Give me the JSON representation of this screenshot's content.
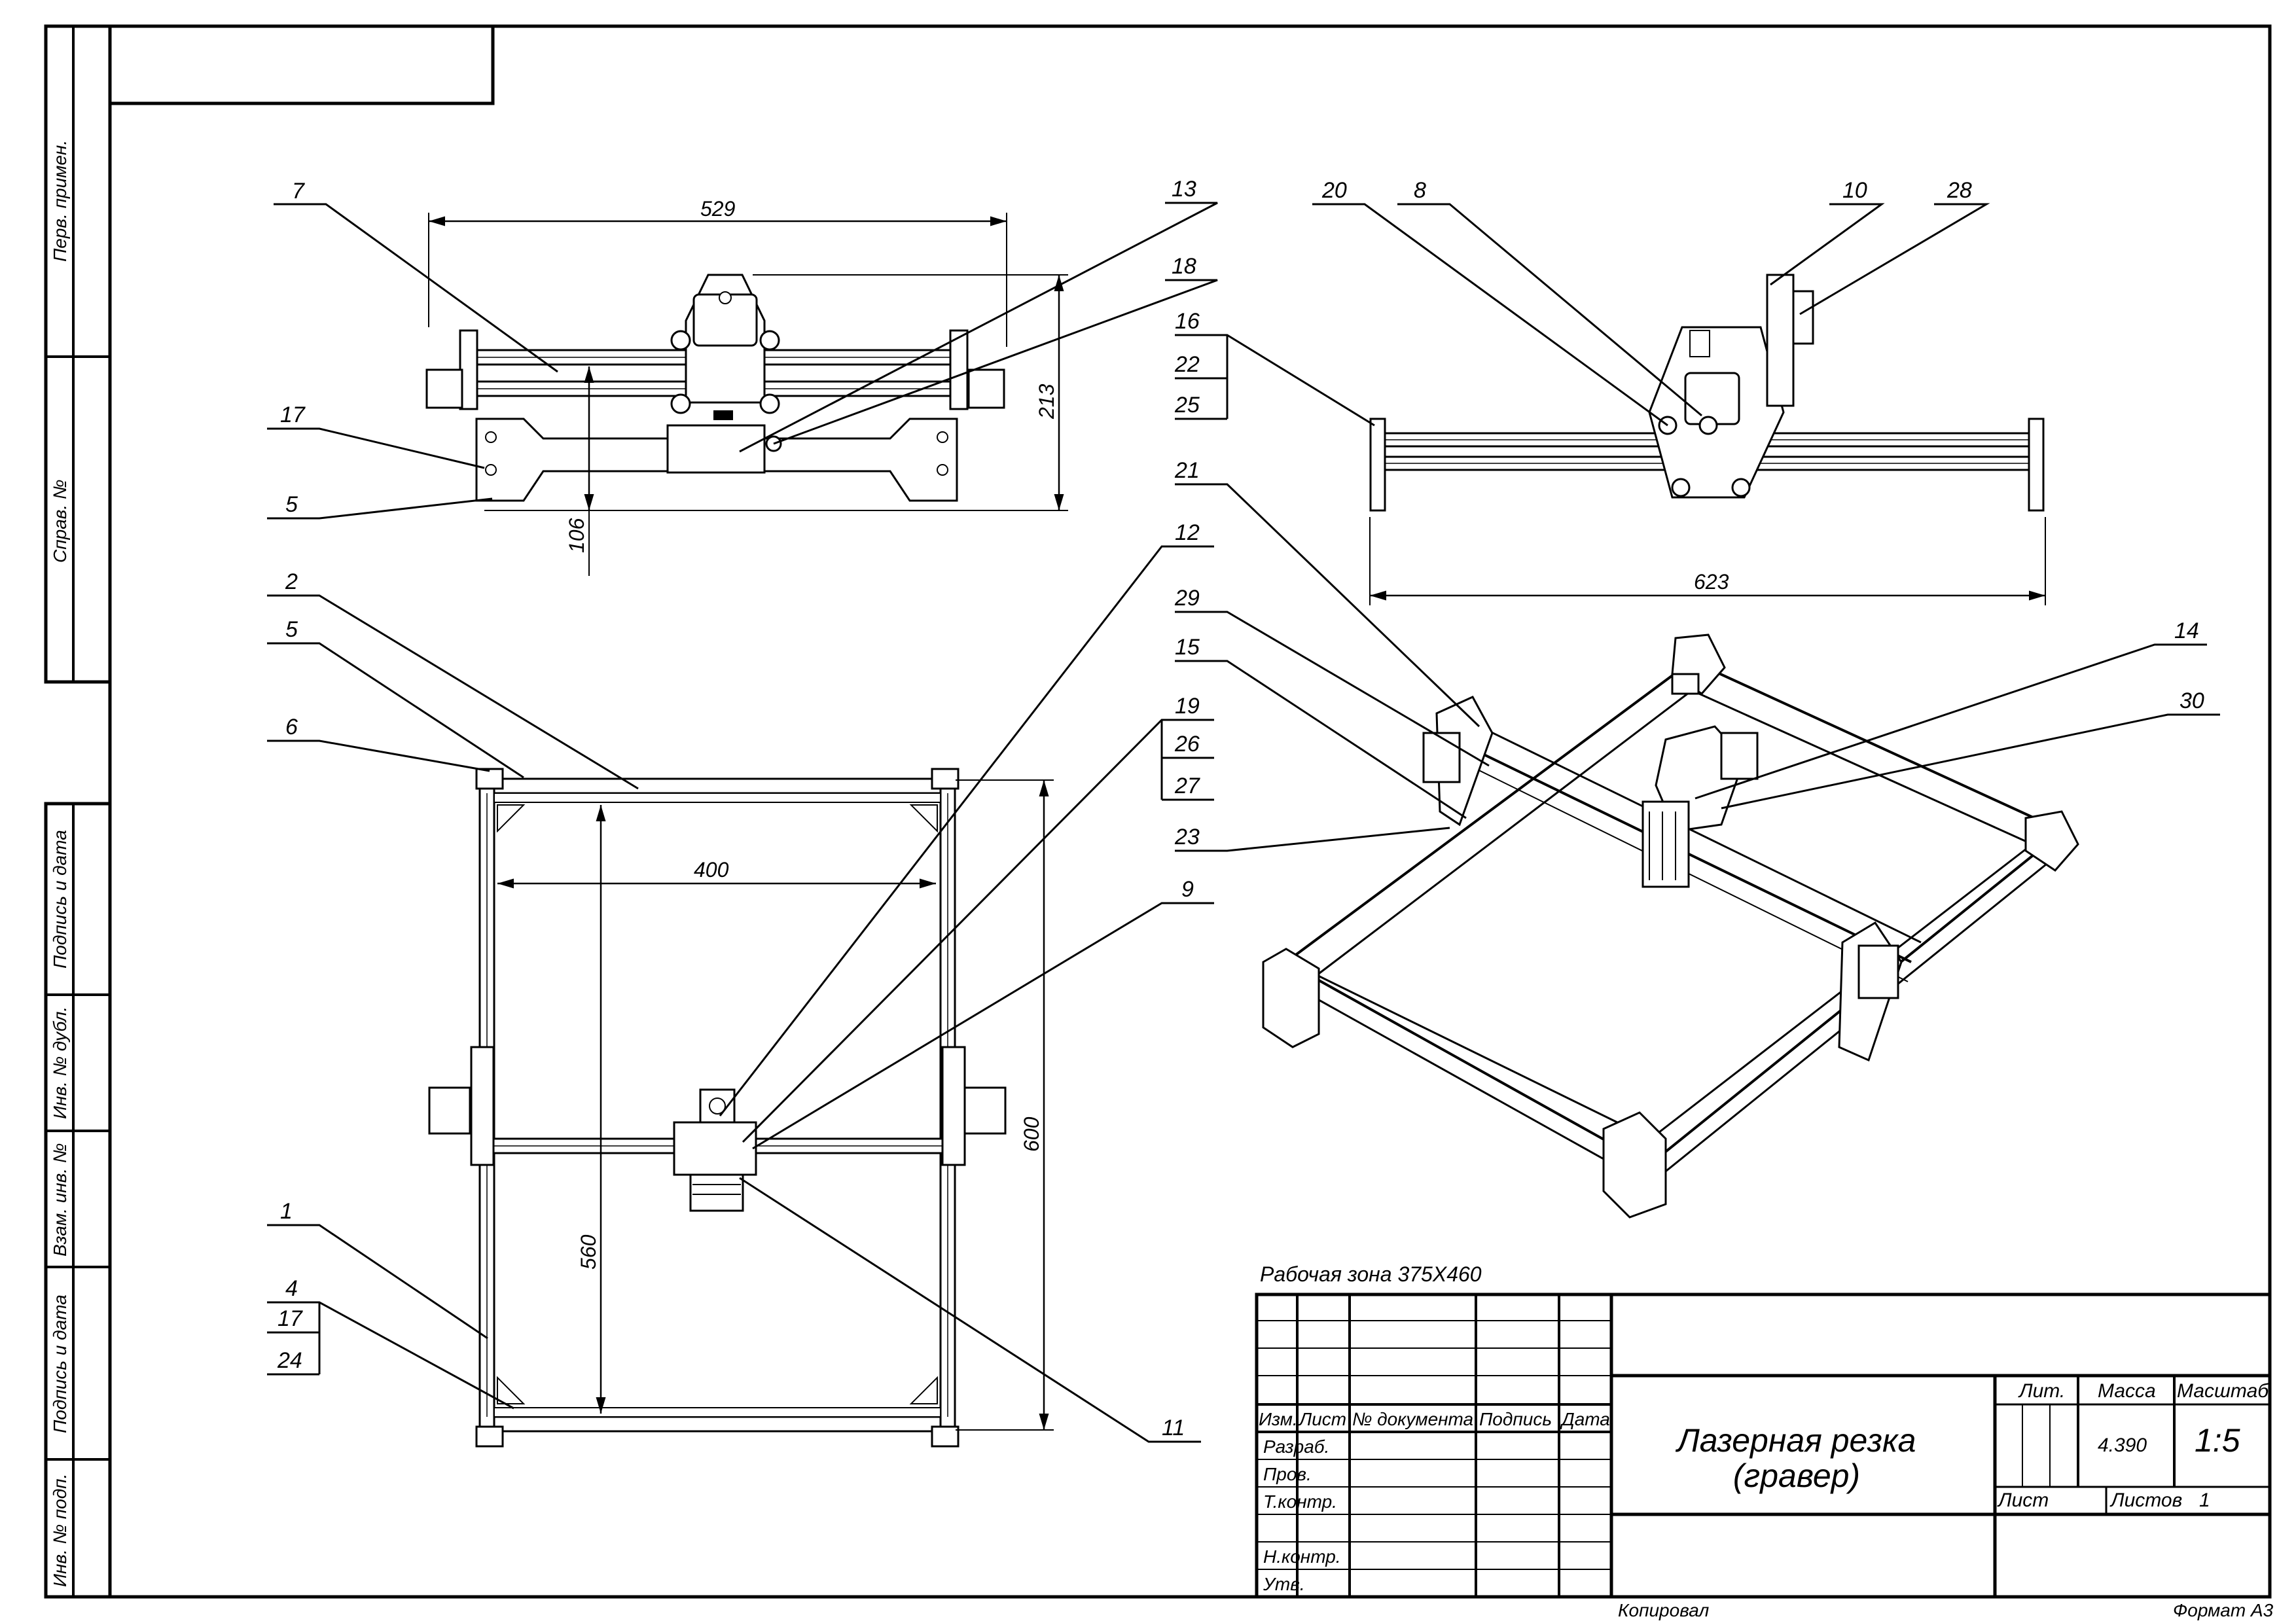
{
  "side_stamps": [
    "Перв. примен.",
    "Справ. №",
    "Подпись и дата",
    "Инв. № дубл.",
    "Взам. инв. №",
    "Подпись и дата",
    "Инв. № подп."
  ],
  "dimensions": {
    "front_width": "529",
    "front_height": "213",
    "front_inner": "106",
    "right_width": "623",
    "top_inner_width": "400",
    "top_inner_height": "560",
    "top_height": "600"
  },
  "callouts": {
    "c7": "7",
    "c17a": "17",
    "c5a": "5",
    "c13": "13",
    "c18": "18",
    "c2": "2",
    "c5b": "5",
    "c6": "6",
    "c1": "1",
    "c4": "4",
    "c17b": "17",
    "c24": "24",
    "c12": "12",
    "c19": "19",
    "c26": "26",
    "c27": "27",
    "c9": "9",
    "c11": "11",
    "c20": "20",
    "c8": "8",
    "c10": "10",
    "c28": "28",
    "c16": "16",
    "c22": "22",
    "c25": "25",
    "c21": "21",
    "c29": "29",
    "c15": "15",
    "c23": "23",
    "c14": "14",
    "c30": "30"
  },
  "work_zone": "Рабочая зона 375X460",
  "title_block": {
    "col_izm": "Изм.",
    "col_list": "Лист",
    "col_doc": "№ документа",
    "col_sign": "Подпись",
    "col_date": "Дата",
    "razrab": "Разраб.",
    "prov": "Пров.",
    "tkontr": "Т.контр.",
    "nkontr": "Н.контр.",
    "utv": "Утв.",
    "name_line1": "Лазерная резка",
    "name_line2": "(гравер)",
    "lit": "Лит.",
    "massa": "Масса",
    "masshtab": "Масштаб",
    "mass_value": "4.390",
    "scale_value": "1:5",
    "sheet": "Лист",
    "sheets": "Листов",
    "sheets_value": "1"
  },
  "footer": {
    "copied": "Копировал",
    "format": "Формат A3"
  }
}
